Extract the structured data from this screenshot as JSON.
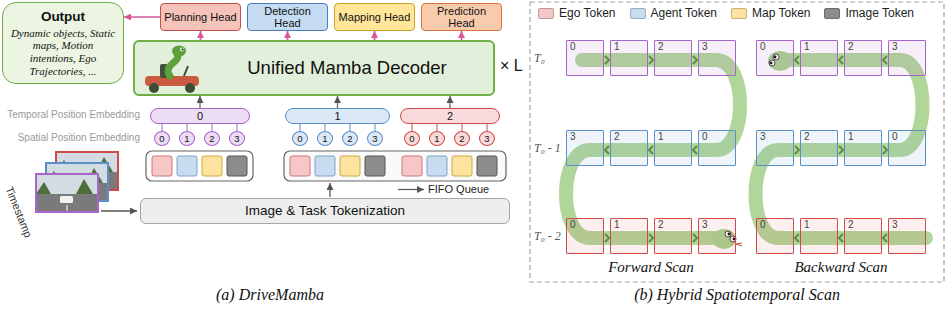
{
  "diagram": {
    "nodes": [
      {
        "text": [
          "Output",
          "Dynamic objects, Static maps, Motion intentions, Ego Trajectories, ..."
        ]
      },
      {
        "text": [
          "Planning Head"
        ]
      },
      {
        "text": [
          "Detection Head"
        ]
      },
      {
        "text": [
          "Mapping Head"
        ]
      },
      {
        "text": [
          "Prediction Head"
        ]
      },
      {
        "text": [
          "Unified Mamba Decoder"
        ]
      },
      {
        "text": [
          "0"
        ]
      },
      {
        "text": [
          "1"
        ]
      },
      {
        "text": [
          "2"
        ]
      },
      {
        "text": [
          "0"
        ]
      },
      {
        "text": [
          "1"
        ]
      },
      {
        "text": [
          "2"
        ]
      },
      {
        "text": [
          "3"
        ]
      },
      {
        "text": [
          "0"
        ]
      },
      {
        "text": [
          "1"
        ]
      },
      {
        "text": [
          "2"
        ]
      },
      {
        "text": [
          "3"
        ]
      },
      {
        "text": [
          "0"
        ]
      },
      {
        "text": [
          "1"
        ]
      },
      {
        "text": [
          "2"
        ]
      },
      {
        "text": [
          "3"
        ]
      },
      {
        "text": [
          "Image & Task Tokenization"
        ]
      },
      {
        "text": [
          "0"
        ]
      },
      {
        "text": [
          "1"
        ]
      },
      {
        "text": [
          "2"
        ]
      },
      {
        "text": [
          "3"
        ]
      },
      {
        "text": [
          "3"
        ]
      },
      {
        "text": [
          "2"
        ]
      },
      {
        "text": [
          "1"
        ]
      },
      {
        "text": [
          "0"
        ]
      },
      {
        "text": [
          "0"
        ]
      },
      {
        "text": [
          "1"
        ]
      },
      {
        "text": [
          "2"
        ]
      },
      {
        "text": [
          "3"
        ]
      },
      {
        "text": [
          "0"
        ]
      },
      {
        "text": [
          "1"
        ]
      },
      {
        "text": [
          "2"
        ]
      },
      {
        "text": [
          "3"
        ]
      },
      {
        "text": [
          "3"
        ]
      },
      {
        "text": [
          "2"
        ]
      },
      {
        "text": [
          "1"
        ]
      },
      {
        "text": [
          "0"
        ]
      },
      {
        "text": [
          "0"
        ]
      },
      {
        "text": [
          "1"
        ]
      },
      {
        "text": [
          "2"
        ]
      },
      {
        "text": [
          "3"
        ]
      }
    ],
    "edges": [
      {
        "from": 1,
        "to": 0,
        "arrow": "to"
      },
      {
        "from": 5,
        "to": 1,
        "arrow": "to"
      },
      {
        "from": 5,
        "to": 2,
        "arrow": "to"
      },
      {
        "from": 5,
        "to": 3,
        "arrow": "to"
      },
      {
        "from": 5,
        "to": 4,
        "arrow": "to"
      },
      {
        "from": 6,
        "to": 5,
        "arrow": "to"
      },
      {
        "from": 7,
        "to": 5,
        "arrow": "to"
      },
      {
        "from": 8,
        "to": 5,
        "arrow": "to"
      },
      {
        "from": 9,
        "to": 6,
        "arrow": "none"
      },
      {
        "from": 10,
        "to": 6,
        "arrow": "none"
      },
      {
        "from": 11,
        "to": 6,
        "arrow": "none"
      },
      {
        "from": 12,
        "to": 6,
        "arrow": "none"
      },
      {
        "from": 13,
        "to": 7,
        "arrow": "none"
      },
      {
        "from": 14,
        "to": 7,
        "arrow": "none"
      },
      {
        "from": 15,
        "to": 7,
        "arrow": "none"
      },
      {
        "from": 16,
        "to": 7,
        "arrow": "none"
      },
      {
        "from": 17,
        "to": 8,
        "arrow": "none"
      },
      {
        "from": 18,
        "to": 8,
        "arrow": "none"
      },
      {
        "from": 19,
        "to": 8,
        "arrow": "none"
      },
      {
        "from": 20,
        "to": 8,
        "arrow": "none"
      }
    ],
    "labels": [
      "× L",
      "Temporal Position Embedding",
      "Spatial Position Embedding",
      "Timestamp",
      "FIFO Queue",
      "(a) DriveMamba",
      "T₀",
      "T₀ - 1",
      "T₀ - 2",
      "Forward Scan",
      "Backward Scan",
      "(b) Hybrid Spatiotemporal Scan"
    ],
    "legend": [
      {
        "text": "Ego Token",
        "color": "#f7c6c7"
      },
      {
        "text": "Agent Token",
        "color": "#c9dbef"
      },
      {
        "text": "Map Token",
        "color": "#fce4a0"
      },
      {
        "text": "Image Token",
        "color": "#8c8c8c"
      }
    ]
  }
}
